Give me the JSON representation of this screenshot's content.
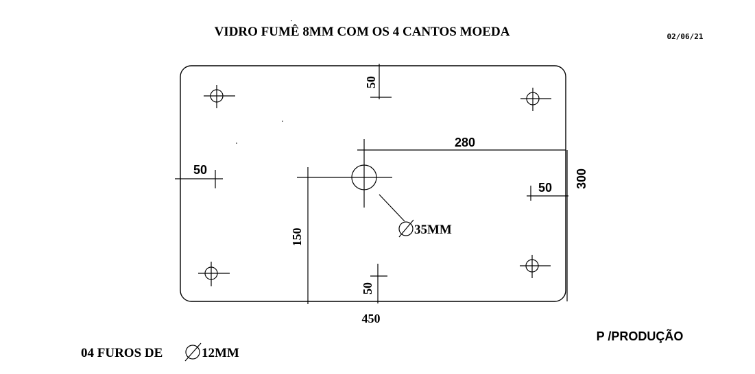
{
  "title": "VIDRO FUMÊ 8MM COM OS 4  CANTOS MOEDA",
  "date": "02/06/21",
  "dimensions": {
    "top_offset": "50",
    "horizontal_280": "280",
    "height_300": "300",
    "left_offset": "50",
    "right_offset": "50",
    "vertical_150": "150",
    "bottom_offset": "50",
    "width_450": "450"
  },
  "center_hole_label": "35MM",
  "holes_note": "04 FUROS DE",
  "holes_size": "12MM",
  "production_label": "P /PRODUÇÃO"
}
